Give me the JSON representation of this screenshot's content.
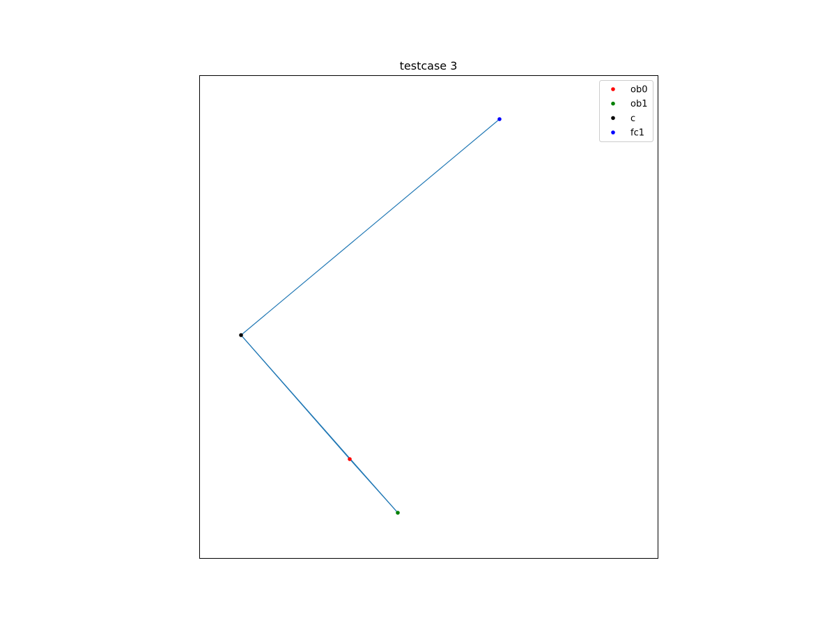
{
  "chart_data": {
    "type": "scatter",
    "title": "testcase 3",
    "xlabel": "",
    "ylabel": "",
    "axes_ticks_visible": false,
    "grid": false,
    "legend_placement": "top-right",
    "xlim": [
      0,
      658
    ],
    "ylim": [
      0,
      693
    ],
    "series": [
      {
        "name": "ob0",
        "color": "#ff0000",
        "points": [
          [
            216,
            142
          ]
        ]
      },
      {
        "name": "ob1",
        "color": "#008000",
        "points": [
          [
            285,
            65
          ]
        ]
      },
      {
        "name": "c",
        "color": "#000000",
        "points": [
          [
            60,
            320
          ]
        ]
      },
      {
        "name": "fc1",
        "color": "#0000ff",
        "points": [
          [
            431,
            630
          ]
        ]
      }
    ],
    "lines": [
      {
        "color": "#1f77b4",
        "points": [
          [
            60,
            320
          ],
          [
            431,
            630
          ]
        ]
      },
      {
        "color": "#1f77b4",
        "points": [
          [
            60,
            320
          ],
          [
            216,
            142
          ]
        ]
      },
      {
        "color": "#1f77b4",
        "points": [
          [
            216,
            142
          ],
          [
            285,
            65
          ]
        ]
      },
      {
        "color": "#1f77b4",
        "points": [
          [
            60,
            320
          ],
          [
            285,
            65
          ]
        ]
      }
    ]
  }
}
